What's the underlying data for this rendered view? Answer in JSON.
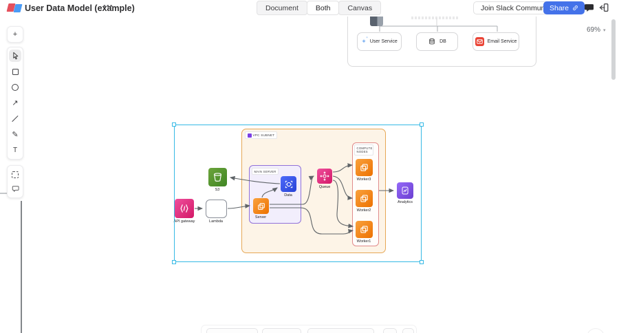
{
  "header": {
    "title": "User Data Model (example)",
    "menu_dots": "•••",
    "tabs": [
      {
        "label": "Document",
        "active": false
      },
      {
        "label": "Both",
        "active": true
      },
      {
        "label": "Canvas",
        "active": false
      }
    ],
    "join_button_label": "Join Slack Community",
    "share_button_label": "Share"
  },
  "toolbar": {
    "tools": [
      {
        "name": "add",
        "glyph": "+"
      },
      {
        "name": "select",
        "glyph": "",
        "active": true
      },
      {
        "name": "rectangle",
        "glyph": ""
      },
      {
        "name": "ellipse",
        "glyph": ""
      },
      {
        "name": "arrow",
        "glyph": "↗"
      },
      {
        "name": "line",
        "glyph": ""
      },
      {
        "name": "pen",
        "glyph": "✎"
      },
      {
        "name": "text",
        "glyph": "T"
      },
      {
        "name": "marquee",
        "glyph": ""
      },
      {
        "name": "comment",
        "glyph": ""
      }
    ]
  },
  "zoom_control": {
    "value": "69%",
    "caret": "▾"
  },
  "top_diagram": {
    "nodes": [
      {
        "label": "User Service",
        "icon": "sparkle-icon"
      },
      {
        "label": "DB",
        "icon": "database-icon"
      },
      {
        "label": "Email Service",
        "icon": "email-icon"
      }
    ]
  },
  "main_diagram": {
    "containers": [
      {
        "label": "VPC SUBNET"
      },
      {
        "label": "MAIN SERVER"
      },
      {
        "label": "COMPUTE NODES"
      }
    ],
    "nodes": [
      {
        "label": "S3",
        "icon": "aws-s3-bucket-icon",
        "color": "#3f8624"
      },
      {
        "label": "API gateway",
        "icon": "aws-api-gateway-icon",
        "color": "#d31866"
      },
      {
        "label": "Lambda",
        "icon": "plain-node",
        "color": "#ffffff"
      },
      {
        "label": "Server",
        "icon": "aws-ec2-icon",
        "color": "#ed7100"
      },
      {
        "label": "Data",
        "icon": "aws-data-icon",
        "color": "#2742d6"
      },
      {
        "label": "Queue",
        "icon": "aws-autoscaling-icon",
        "color": "#d31866"
      },
      {
        "label": "Worker3",
        "icon": "aws-ec2-icon",
        "color": "#ed7100"
      },
      {
        "label": "Worker2",
        "icon": "aws-ec2-icon",
        "color": "#ed7100"
      },
      {
        "label": "Worker1",
        "icon": "aws-ec2-icon",
        "color": "#ed7100"
      },
      {
        "label": "Analytics",
        "icon": "aws-analytics-icon",
        "color": "#6b3fd1"
      }
    ],
    "edges": [
      "API gateway → Lambda",
      "Lambda → Server",
      "Server → Data",
      "Data → S3",
      "Server → Queue",
      "Server → Worker1",
      "Queue → Worker3",
      "Queue → Worker2",
      "Queue → Worker1",
      "Compute Nodes → Analytics"
    ],
    "selection_color": "#35b9e5"
  },
  "colors": {
    "share_button": "#4472e9",
    "vpc_fill": "#fdf4e7",
    "vpc_border": "#e6a755",
    "main_server_fill": "#f2eefc",
    "main_server_border": "#9071d9",
    "compute_border": "#e08b8b",
    "aws_orange": "#ed7100",
    "aws_pink": "#d31866",
    "aws_green": "#3f8624",
    "aws_blue": "#2742d6",
    "aws_purple": "#6b3fd1"
  }
}
